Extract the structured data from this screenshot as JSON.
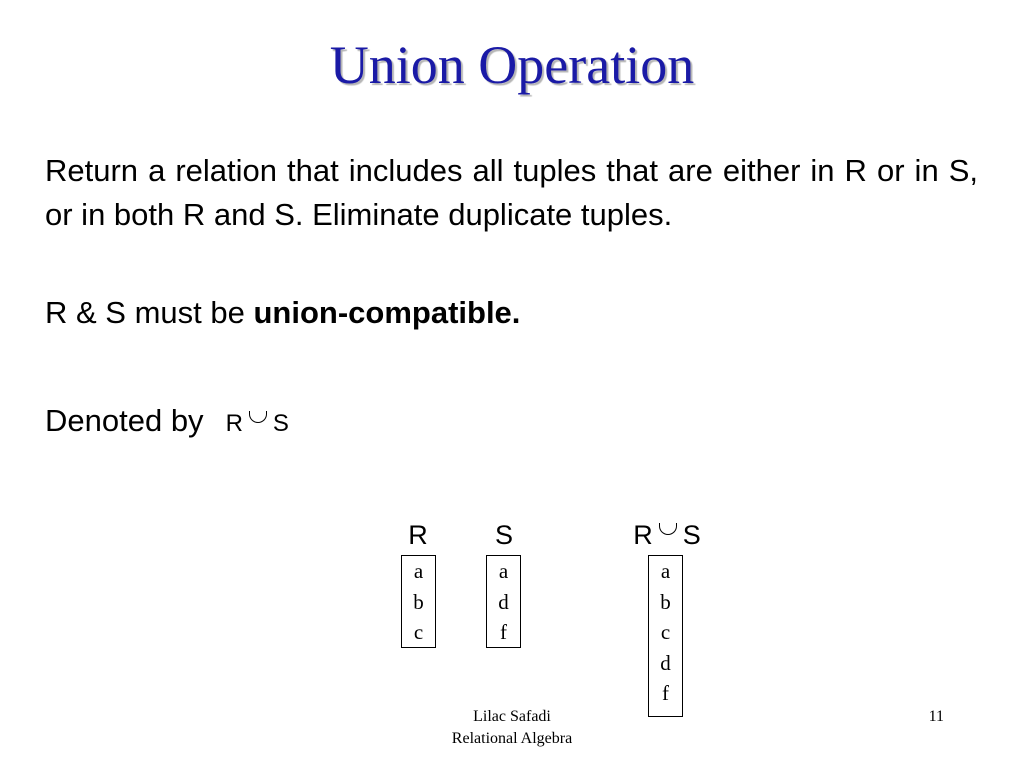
{
  "slide": {
    "title": "Union Operation",
    "paragraph_1": "Return a relation that includes all tuples that are either in R or in S, or in both R and S. Eliminate duplicate tuples.",
    "paragraph_2_normal": "R & S must be ",
    "paragraph_2_bold": "union-compatible.",
    "denoted_label": "Denoted by",
    "notation_left": "R",
    "notation_right": "S"
  },
  "relations": [
    {
      "name": "R",
      "tuples": [
        "a",
        "b",
        "c"
      ]
    },
    {
      "name": "S",
      "tuples": [
        "a",
        "d",
        "f"
      ]
    },
    {
      "name_left": "R",
      "name_right": "S",
      "tuples": [
        "a",
        "b",
        "c",
        "d",
        "f"
      ]
    }
  ],
  "footer": {
    "author": "Lilac Safadi",
    "course": "Relational Algebra",
    "page_number": "11"
  },
  "colors": {
    "title": "#1a1aa6",
    "text": "#000000",
    "background": "#ffffff"
  },
  "icons": {
    "union_symbol": "union-symbol-icon"
  }
}
